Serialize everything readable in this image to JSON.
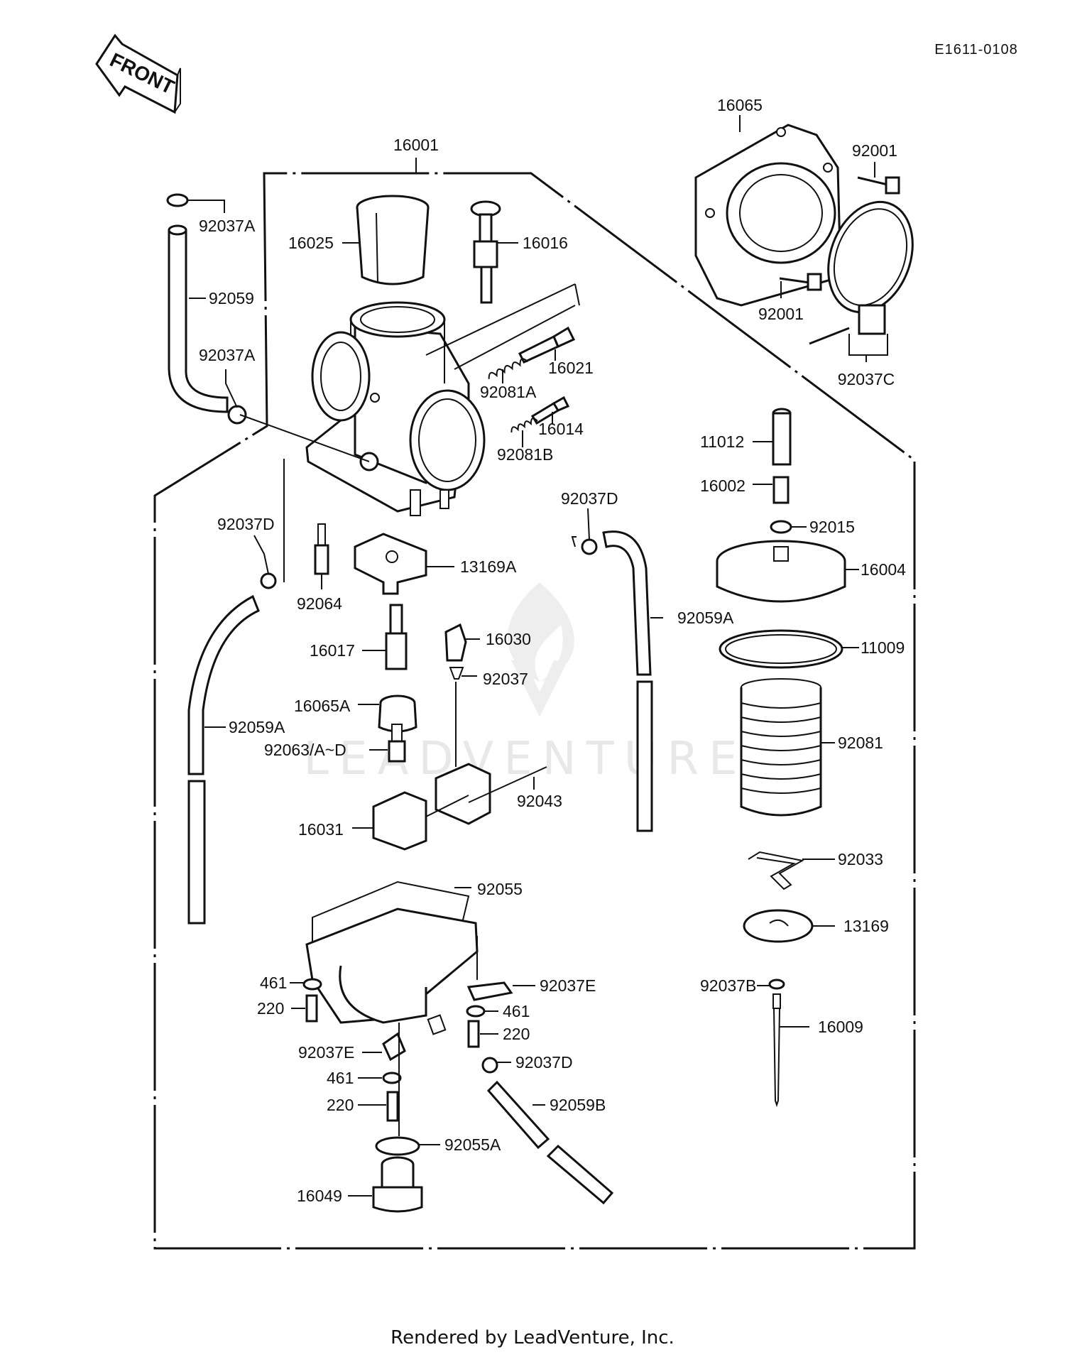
{
  "diagram": {
    "code": "E1611-0108",
    "front_label": "FRONT",
    "watermark": "LEADVENTURE",
    "footer": "Rendered by LeadVenture, Inc.",
    "parts": [
      "16001",
      "16065",
      "92001",
      "92001",
      "92037C",
      "92037A",
      "92059",
      "92037A",
      "16025",
      "16016",
      "16021",
      "92081A",
      "16014",
      "92081B",
      "11012",
      "16002",
      "92015",
      "16004",
      "11009",
      "92081",
      "92033",
      "13169",
      "92037B",
      "16009",
      "92037D",
      "92059A",
      "92037D",
      "92064",
      "13169A",
      "16017",
      "16030",
      "92037",
      "16065A",
      "92063/A~D",
      "92059A",
      "16031",
      "92043",
      "92055",
      "461",
      "220",
      "92037E",
      "461",
      "220",
      "92037E",
      "92037D",
      "461",
      "220",
      "92059B",
      "92055A",
      "16049"
    ]
  }
}
